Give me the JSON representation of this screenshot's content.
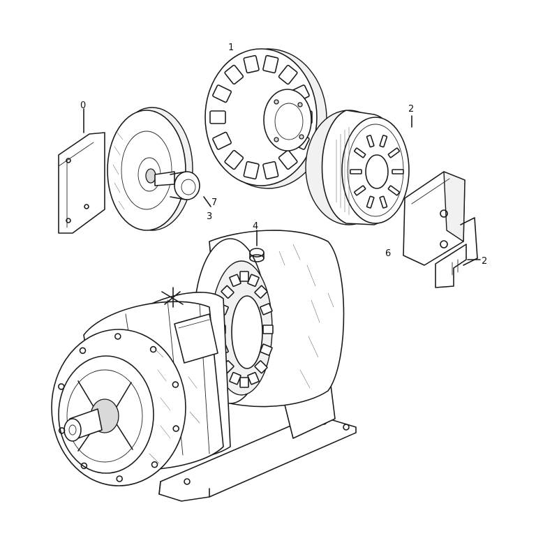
{
  "callouts": {
    "c0": "0",
    "c1": "1",
    "c2_top": "2",
    "c2_right": "2",
    "c3": "3",
    "c4": "4",
    "c6": "6",
    "c7": "7"
  },
  "colors": {
    "ink": "#1a1a1a",
    "paper": "#ffffff"
  }
}
